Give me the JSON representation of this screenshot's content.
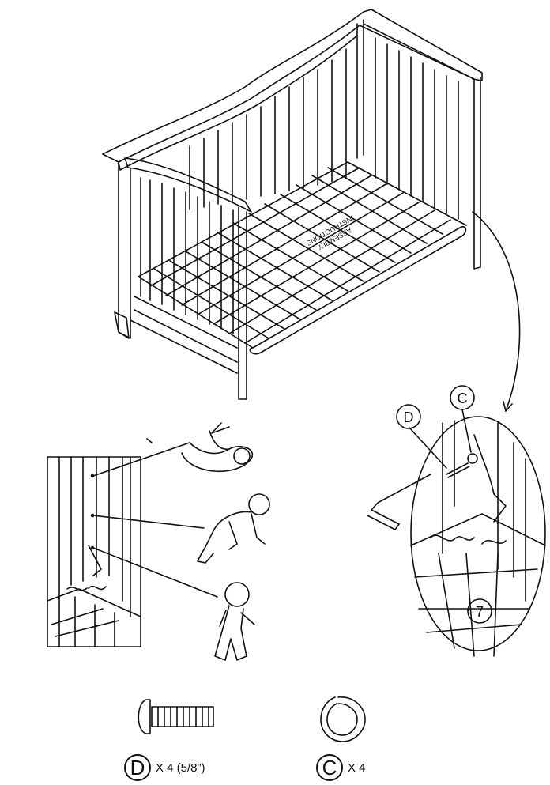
{
  "crib": {
    "mattress_text_line1": "ASSEMBLY",
    "mattress_text_line2": "INSTRUCTIONS"
  },
  "detail_callout": {
    "label_d": "D",
    "label_c": "C",
    "part_number": "7"
  },
  "mattress_heights": {
    "levels": [
      "newborn",
      "crawling",
      "standing"
    ]
  },
  "legend": {
    "bolt": {
      "letter": "D",
      "quantity": "X 4 (5/8”)"
    },
    "washer": {
      "letter": "C",
      "quantity": "X 4"
    }
  }
}
